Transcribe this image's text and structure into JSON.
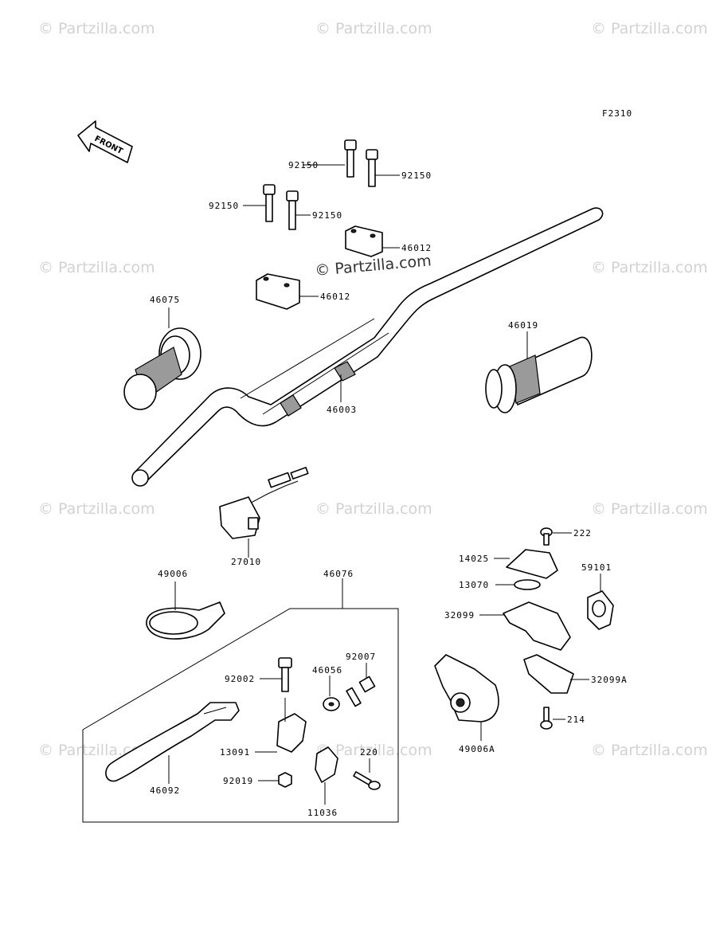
{
  "watermark": "© Partzilla.com",
  "diagram_code": "F2310",
  "front_label": "FRONT",
  "labels": {
    "bolt_a": "92150",
    "bolt_b": "92150",
    "bolt_c": "92150",
    "bolt_d": "92150",
    "holder_upper": "46012",
    "holder_lower": "46012",
    "grip_left": "46075",
    "grip_right": "46019",
    "handlebar": "46003",
    "switch": "27010",
    "cover": "49006",
    "lever_assy": "46076",
    "screw_222": "222",
    "bracket": "14025",
    "collar": "13070",
    "housing_upper": "32099",
    "cap": "59101",
    "housing_lower": "32099A",
    "screw_214": "214",
    "throttle_case": "49006A",
    "bolt_92002": "92002",
    "adjuster_46056": "46056",
    "adjuster_92007": "92007",
    "holder_13091": "13091",
    "screw_220": "220",
    "nut_92019": "92019",
    "clamp_11036": "11036",
    "lever_46092": "46092"
  }
}
